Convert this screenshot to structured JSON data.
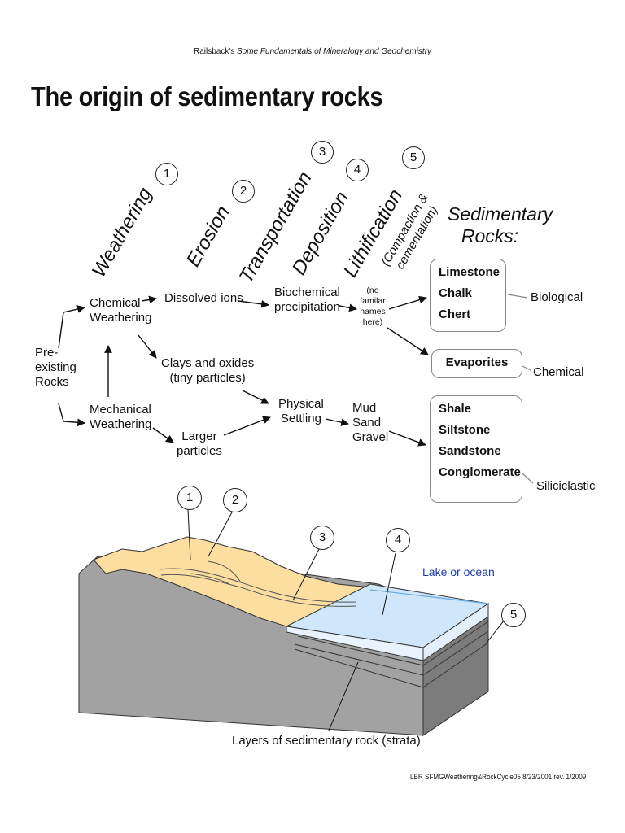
{
  "header": {
    "author": "Railsback's",
    "book": "Some Fundamentals of Mineralogy and Geochemistry"
  },
  "title": "The origin of sedimentary rocks",
  "stages": [
    {
      "num": "1",
      "label": "Weathering"
    },
    {
      "num": "2",
      "label": "Erosion"
    },
    {
      "num": "3",
      "label": "Transportation"
    },
    {
      "num": "4",
      "label": "Deposition"
    },
    {
      "num": "5",
      "label": "Lithification",
      "sub1": "(Compaction &",
      "sub2": "cementation)"
    }
  ],
  "sed_rocks_title": {
    "line1": "Sedimentary",
    "line2": "Rocks:"
  },
  "nodes": {
    "preexisting": {
      "l1": "Pre-",
      "l2": "existing",
      "l3": "Rocks"
    },
    "chemical_weathering": {
      "l1": "Chemical",
      "l2": "Weathering"
    },
    "mechanical_weathering": {
      "l1": "Mechanical",
      "l2": "Weathering"
    },
    "dissolved_ions": "Dissolved ions",
    "clays_oxides": {
      "l1": "Clays and oxides",
      "l2": "(tiny particles)"
    },
    "larger_particles": {
      "l1": "Larger",
      "l2": "particles"
    },
    "biochemical": {
      "l1": "Biochemical",
      "l2": "precipitation"
    },
    "physical_settling": {
      "l1": "Physical",
      "l2": "Settling"
    },
    "no_familiar": {
      "l1": "(no",
      "l2": "familar",
      "l3": "names",
      "l4": "here)"
    },
    "mud_sand_gravel": {
      "l1": "Mud",
      "l2": "Sand",
      "l3": "Gravel"
    }
  },
  "rock_groups": [
    {
      "rocks": [
        "Limestone",
        "Chalk",
        "Chert"
      ],
      "category": "Biological"
    },
    {
      "rocks": [
        "Evaporites"
      ],
      "category": "Chemical"
    },
    {
      "rocks": [
        "Shale",
        "Siltstone",
        "Sandstone",
        "Conglomerate"
      ],
      "category": "Siliciclastic"
    }
  ],
  "landscape": {
    "markers": [
      "1",
      "2",
      "3",
      "4",
      "5"
    ],
    "water_label": "Lake or ocean",
    "strata_label": "Layers of sedimentary rock (strata)"
  },
  "colors": {
    "rock": "#a2a2a2",
    "rock_side": "#7c7c7c",
    "sediment": "#fbdea0",
    "water": "#cfe6fb",
    "water_label": "#1f3fa8",
    "box_border": "#888888"
  },
  "footer": "LBR SFMGWeathering&RockCycle05    8/23/2001  rev. 1/2009"
}
